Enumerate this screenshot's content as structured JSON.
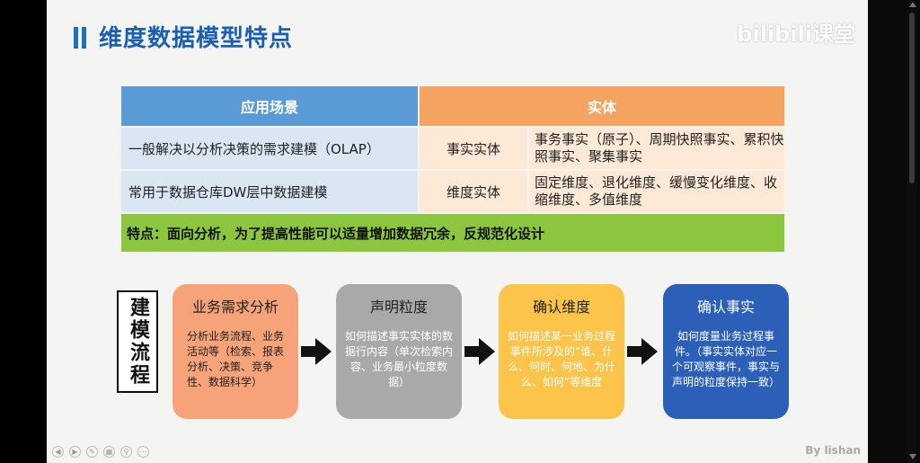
{
  "slide": {
    "title": "维度数据模型特点",
    "logo": "bilibili课堂",
    "byline": "By lishan"
  },
  "table": {
    "header": {
      "scene": "应用场景",
      "entity": "实体"
    },
    "rows": [
      {
        "scene": "一般解决以分析决策的需求建模（OLAP）",
        "entity": "事实实体",
        "desc": "事务事实（原子）、周期快照事实、累积快照事实、聚集事实"
      },
      {
        "scene": "常用于数据仓库DW层中数据建模",
        "entity": "维度实体",
        "desc": "固定维度、退化维度、缓慢变化维度、收缩维度、多值维度"
      }
    ],
    "feature": "特点：面向分析，为了提高性能可以适量增加数据冗余，反规范化设计"
  },
  "flow": {
    "label": "建模流程",
    "steps": [
      {
        "title": "业务需求分析",
        "body": "分析业务流程、业务活动等（检索、报表分析、决策、竞争性、数据科学）"
      },
      {
        "title": "声明粒度",
        "body": "如何描述事实实体的数据行内容（单次检索内容、业务最小粒度数据）"
      },
      {
        "title": "确认维度",
        "body": "如何描述某一业务过程事件所涉及的“谁、什么、何时、何地、为什么、如何”等维度"
      },
      {
        "title": "确认事实",
        "body": "如何度量业务过程事件。（事实实体对应一个可观察事件，事实与声明的粒度保持一致）"
      }
    ]
  },
  "colors": {
    "title": "#1a5fb4",
    "header_scene": "#5b9bd5",
    "header_entity": "#f4a460",
    "feature_bar": "#8cc63f",
    "step1": "#f7a37a",
    "step2": "#a9a9a9",
    "step3": "#fcc44a",
    "step4": "#2b5fb8"
  }
}
